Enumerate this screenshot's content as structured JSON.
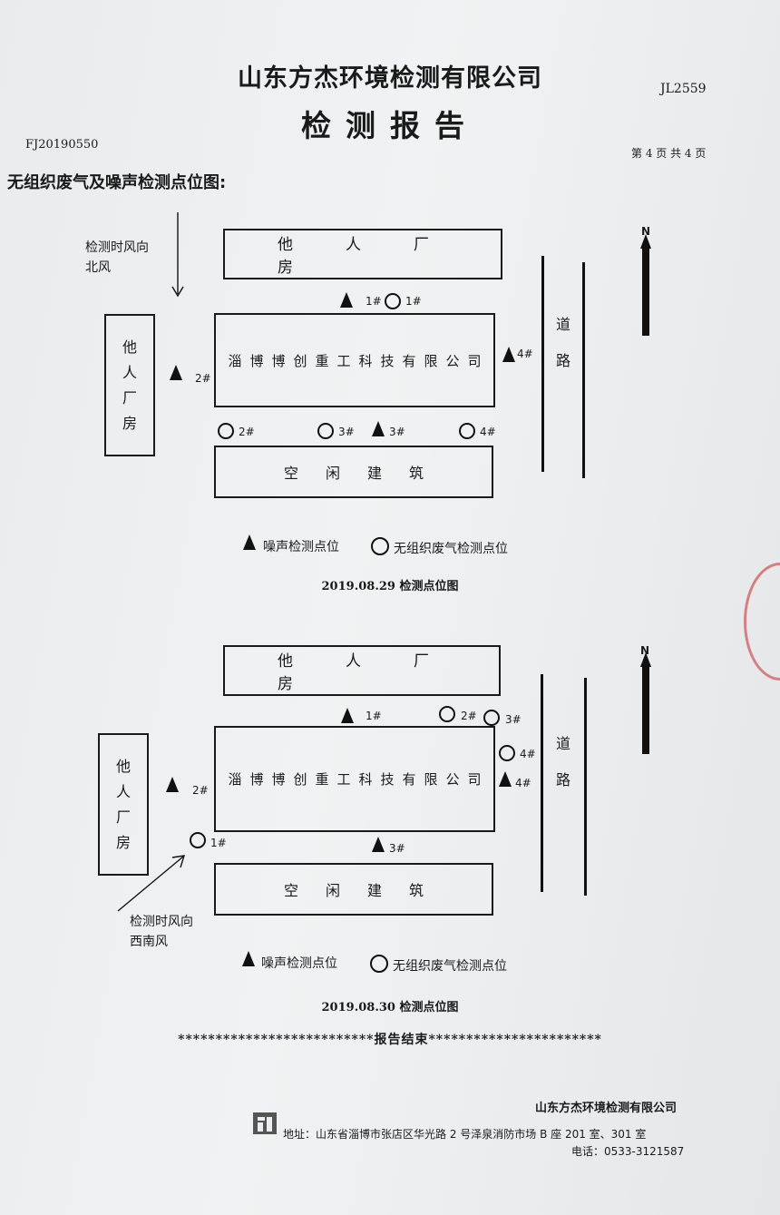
{
  "header": {
    "company": "山东方杰环境检测有限公司",
    "title": "检测报告",
    "doc_code": "JL2559",
    "report_no": "FJ20190550",
    "page": "第 4 页 共 4 页"
  },
  "section_title": "无组织废气及噪声检测点位图:",
  "labels": {
    "other_factory": "他人厂房",
    "other_factory_side": [
      "他",
      "人",
      "厂",
      "房"
    ],
    "company": "淄博博创重工科技有限公司",
    "empty_building": "空闲建筑",
    "road": [
      "道",
      "路"
    ],
    "north": "N"
  },
  "diagram1": {
    "wind_label": "检测时风向",
    "wind_dir": "北风",
    "points": {
      "n1": "1#",
      "c1": "1#",
      "n2": "2#",
      "c2": "2#",
      "c3": "3#",
      "n3": "3#",
      "c4": "4#",
      "n4": "4#"
    },
    "legend": {
      "noise": "噪声检测点位",
      "gas": "无组织废气检测点位"
    },
    "caption": "2019.08.29 检测点位图"
  },
  "diagram2": {
    "wind_label": "检测时风向",
    "wind_dir": "西南风",
    "points": {
      "n1": "1#",
      "c2": "2#",
      "c3": "3#",
      "c4": "4#",
      "n4": "4#",
      "n2": "2#",
      "c1": "1#",
      "n3": "3#"
    },
    "legend": {
      "noise": "噪声检测点位",
      "gas": "无组织废气检测点位"
    },
    "caption": "2019.08.30 检测点位图"
  },
  "end_line": "**************************报告结束***********************",
  "footer": {
    "company": "山东方杰环境检测有限公司",
    "address": "地址：山东省淄博市张店区华光路 2 号泽泉消防市场 B 座 201 室、301 室",
    "phone": "电话：0533-3121587"
  },
  "colors": {
    "ink": "#111111",
    "paper": "#eceef0",
    "stamp": "#c82828"
  }
}
